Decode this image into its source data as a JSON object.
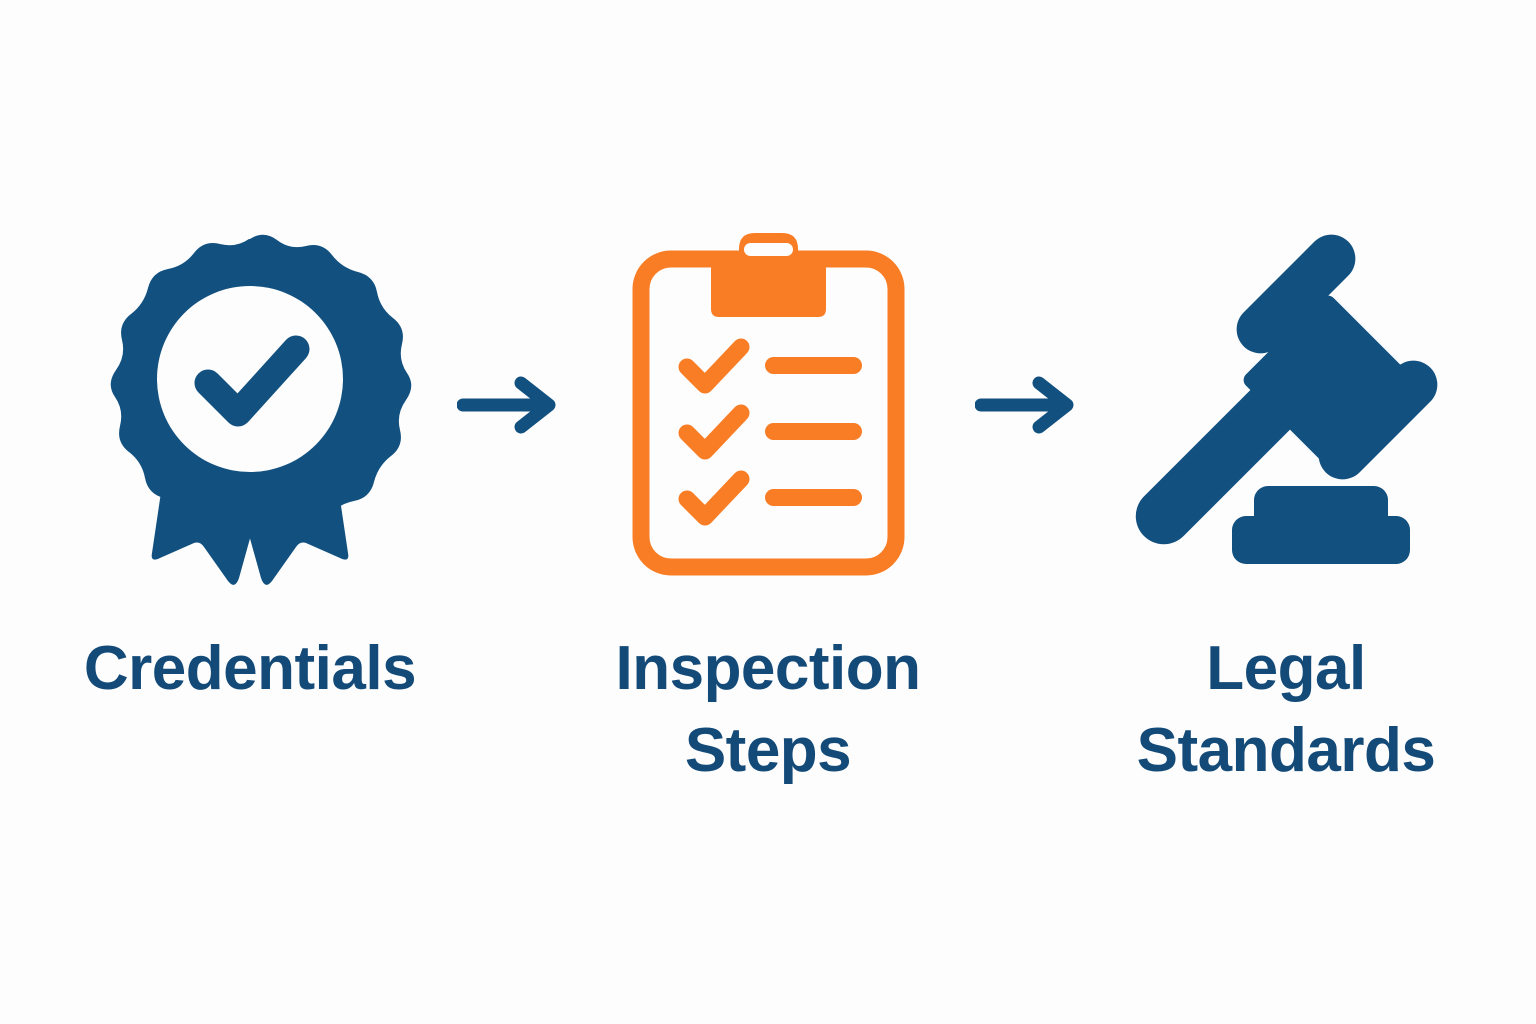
{
  "diagram": {
    "title": "Credentials to Inspection Steps to Legal Standards process flow",
    "background_color": "#fdfdfe",
    "colors": {
      "navy": "#12517f",
      "orange": "#f97d24",
      "white": "#ffffff"
    },
    "stages": [
      {
        "id": "credentials",
        "label": "Credentials",
        "icon": "award-badge-check-icon",
        "icon_color": "#12517f"
      },
      {
        "id": "inspection-steps",
        "label": "Inspection\nSteps",
        "icon": "clipboard-checklist-icon",
        "icon_color": "#f97d24"
      },
      {
        "id": "legal-standards",
        "label": "Legal\nStandards",
        "icon": "gavel-icon",
        "icon_color": "#12517f"
      }
    ],
    "connectors": [
      {
        "id": "arrow-1",
        "icon": "arrow-right-icon",
        "color": "#12517f"
      },
      {
        "id": "arrow-2",
        "icon": "arrow-right-icon",
        "color": "#12517f"
      }
    ]
  }
}
